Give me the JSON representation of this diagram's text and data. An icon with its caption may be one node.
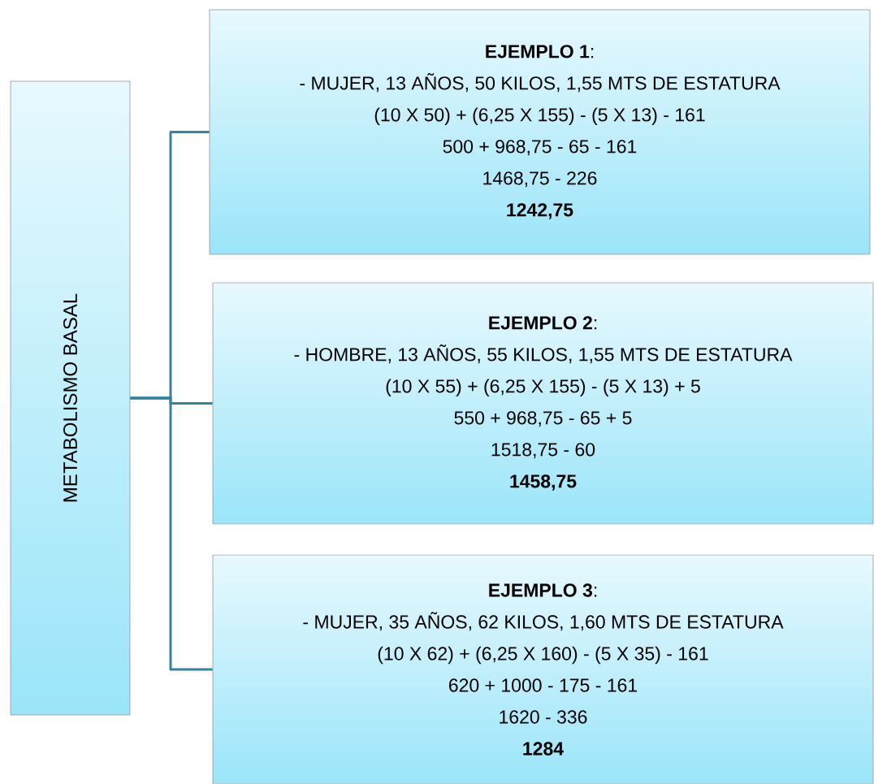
{
  "diagram": {
    "nodes": [
      {
        "text": [
          "METABOLISMO BASAL"
        ]
      },
      {
        "text": [
          "**EJEMPLO 1**:",
          "- MUJER, 13 AÑOS, 50 KILOS, 1,55 MTS DE ESTATURA",
          "(10 X 50) + (6,25 X 155) - (5 X 13) - 161",
          "500 + 968,75 - 65 - 161",
          "1468,75 - 226",
          "1242,75"
        ]
      },
      {
        "text": [
          "**EJEMPLO 2**:",
          "- HOMBRE, 13 AÑOS, 55 KILOS, 1,55 MTS DE ESTATURA",
          "(10 X 55) + (6,25 X 155) - (5 X 13) + 5",
          "550 + 968,75 - 65 + 5",
          "1518,75 - 60",
          "1458,75"
        ]
      },
      {
        "text": [
          "**EJEMPLO 3**:",
          "- MUJER, 35 AÑOS, 62 KILOS, 1,60 MTS DE ESTATURA",
          "(10 X 62) + (6,25 X 160) - (5 X 35) - 161",
          "620 + 1000 - 175 - 161",
          "1620 - 336",
          "1284"
        ]
      }
    ],
    "edges": [
      {
        "from": 0,
        "to": 1,
        "arrow": "none"
      },
      {
        "from": 0,
        "to": 2,
        "arrow": "none"
      },
      {
        "from": 0,
        "to": 3,
        "arrow": "none"
      }
    ]
  }
}
